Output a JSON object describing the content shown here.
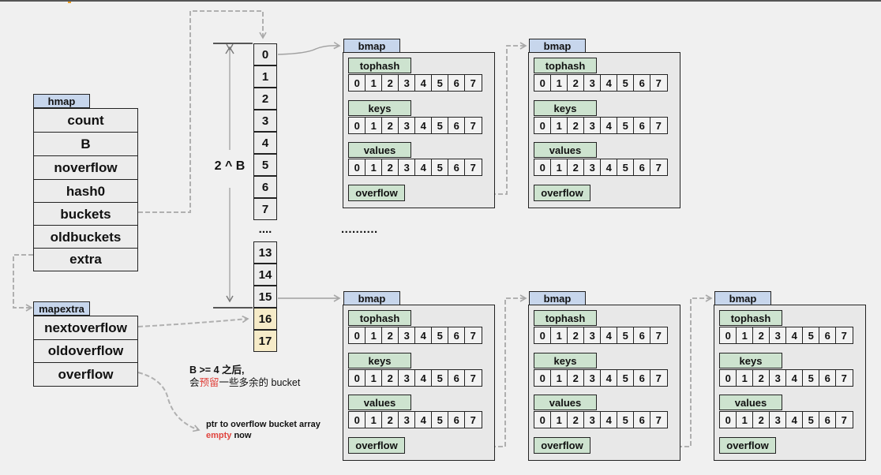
{
  "hmap": {
    "title": "hmap",
    "fields": [
      "count",
      "B",
      "noverflow",
      "hash0",
      "buckets",
      "oldbuckets",
      "extra"
    ]
  },
  "mapextra": {
    "title": "mapextra",
    "fields": [
      "nextoverflow",
      "oldoverflow",
      "overflow"
    ]
  },
  "bucket_array": {
    "indices": [
      "0",
      "1",
      "2",
      "3",
      "4",
      "5",
      "6",
      "7"
    ],
    "ellipsis": "....",
    "tail_indices": [
      "13",
      "14",
      "15"
    ],
    "extra_indices": [
      "16",
      "17"
    ],
    "size_label": "2 ^ B"
  },
  "bucket": {
    "title": "bmap",
    "tophash": "tophash",
    "keys": "keys",
    "values": "values",
    "overflow": "overflow",
    "slots": [
      "0",
      "1",
      "2",
      "3",
      "4",
      "5",
      "6",
      "7"
    ]
  },
  "middle_ellipsis": "..........",
  "note_b": {
    "line1": "B >= 4 之后,",
    "line2_pre": "会",
    "line2_highlight": "预留",
    "line2_post": "一些多余的 bucket"
  },
  "note_overflow": {
    "line1": "ptr to overflow bucket array",
    "line2_highlight": "empty",
    "line2_post": " now"
  },
  "colors": {
    "background": "#f0f0f0",
    "struct_header": "#c7d6ec",
    "field_label": "#cde3cf",
    "extra_bucket": "#f6ebc8",
    "highlight": "#e0443e"
  }
}
